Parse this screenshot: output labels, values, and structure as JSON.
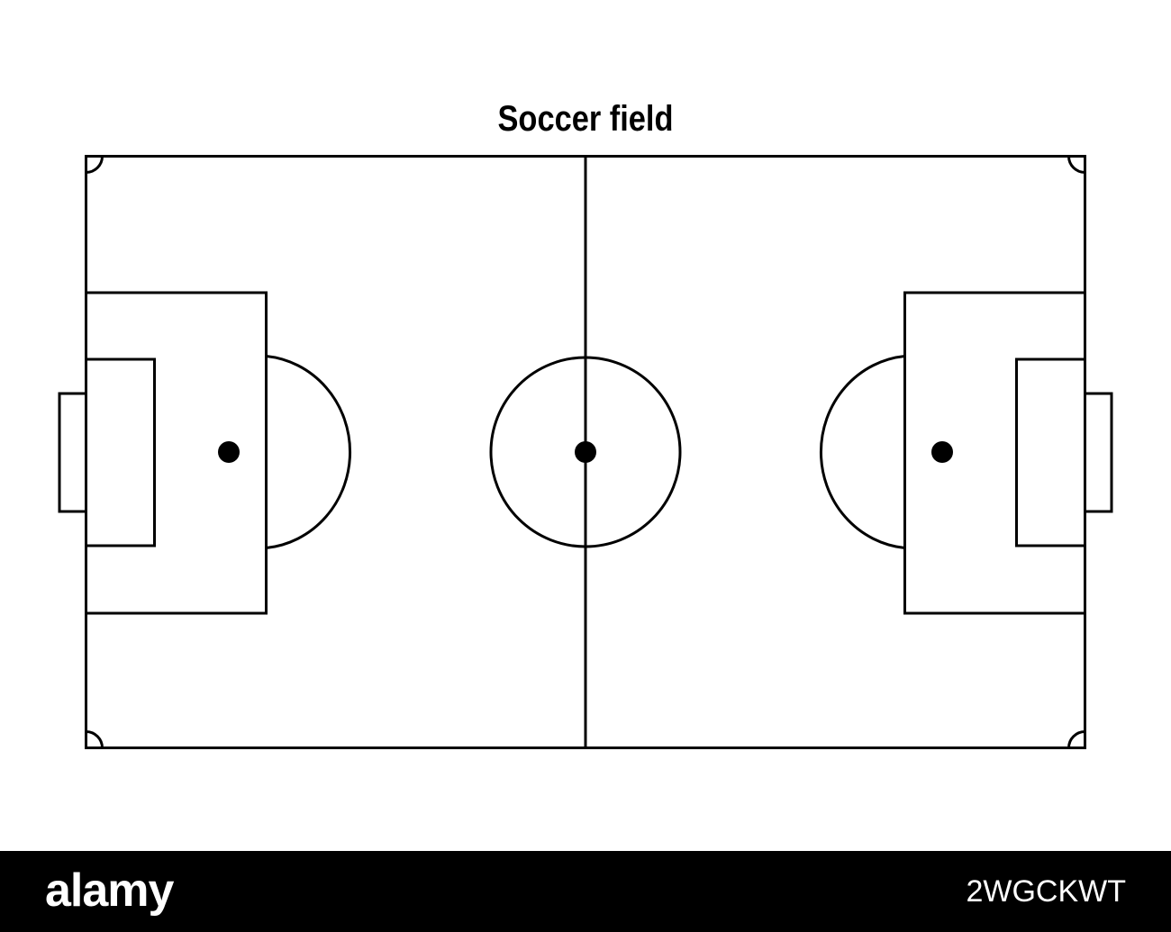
{
  "diagram": {
    "title": "Soccer field"
  },
  "footer": {
    "brand": "alamy",
    "image_id": "2WGCKWT"
  },
  "colors": {
    "background": "#ffffff",
    "line": "#000000",
    "footer_background": "#000000",
    "footer_text": "#ffffff"
  }
}
